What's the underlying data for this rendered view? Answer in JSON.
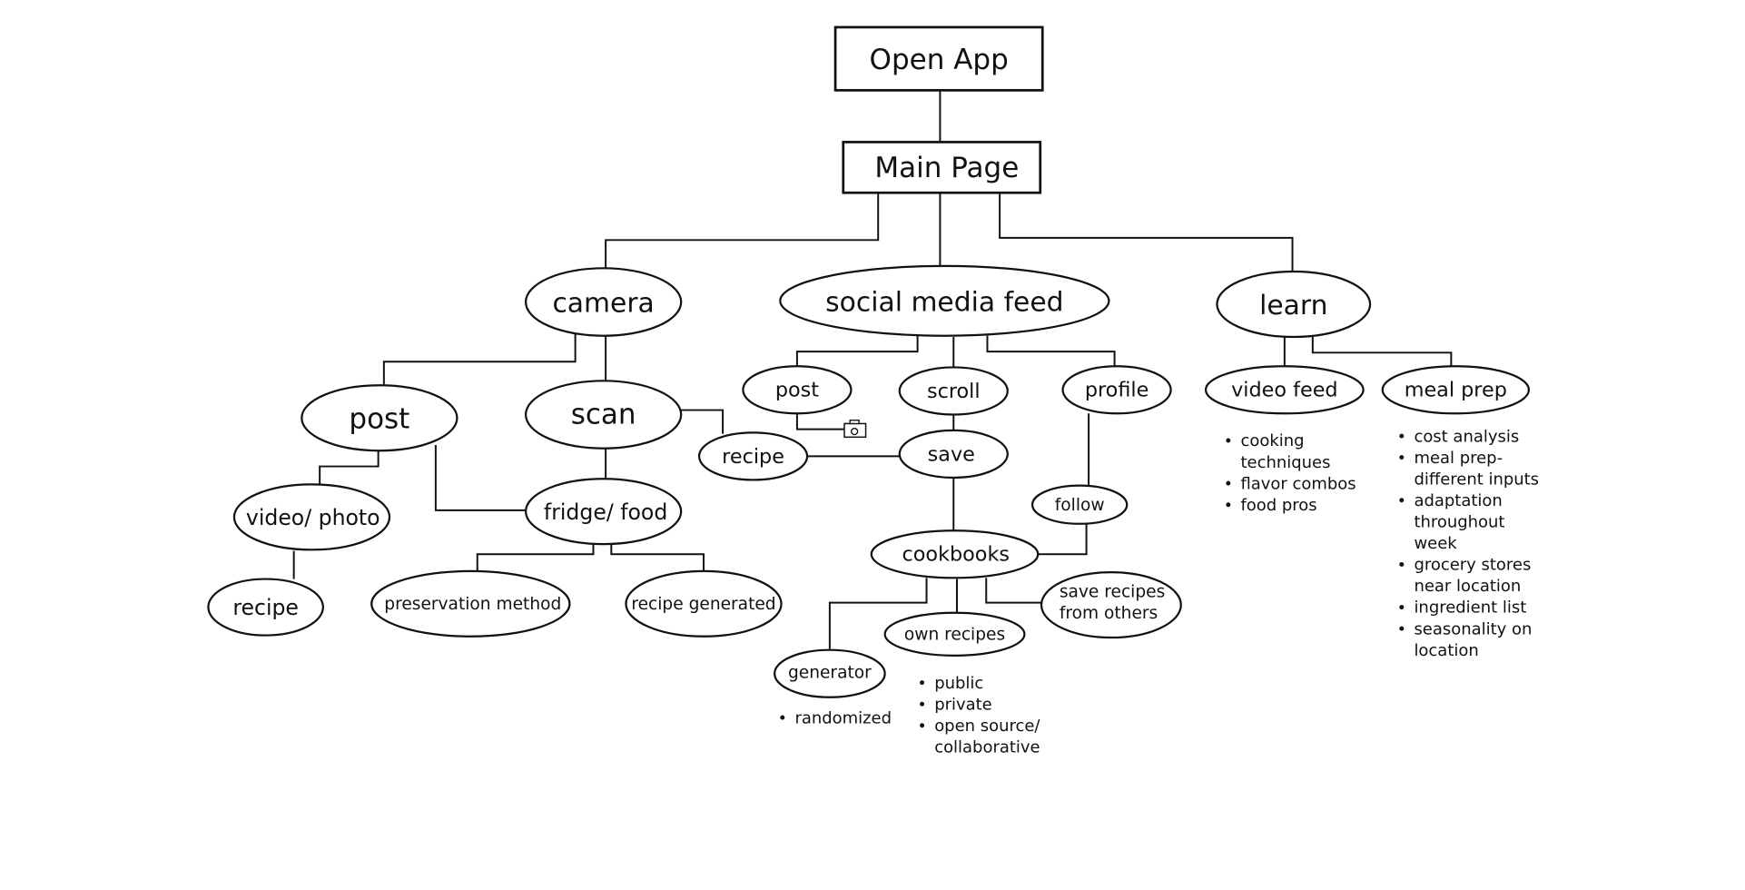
{
  "diagram": {
    "title": "App flow map",
    "nodes": {
      "open_app": "Open App",
      "main_page": "Main Page",
      "camera": "camera",
      "social_media_feed": "social media feed",
      "learn": "learn",
      "camera_post": "post",
      "scan": "scan",
      "video_photo": "video/ photo",
      "camera_recipe": "recipe",
      "fridge_food": "fridge/ food",
      "preservation_method": "preservation method",
      "recipe_generated": "recipe generated",
      "feed_post": "post",
      "scroll": "scroll",
      "profile": "profile",
      "feed_recipe": "recipe",
      "save": "save",
      "follow": "follow",
      "cookbooks": "cookbooks",
      "generator": "generator",
      "own_recipes": "own recipes",
      "save_recipes_line1": "save recipes",
      "save_recipes_line2": "from others",
      "video_feed": "video feed",
      "meal_prep": "meal prep"
    },
    "icons": {
      "feed_post_attachment": "camera-icon"
    },
    "notes": {
      "generator": [
        "randomized"
      ],
      "own_recipes": [
        [
          "public"
        ],
        [
          "private"
        ],
        [
          "open source/",
          "collaborative"
        ]
      ],
      "video_feed": [
        [
          "cooking",
          "techniques"
        ],
        [
          "flavor combos"
        ],
        [
          "food pros"
        ]
      ],
      "meal_prep": [
        [
          "cost analysis"
        ],
        [
          "meal prep-",
          "different inputs"
        ],
        [
          "adaptation",
          "throughout",
          "week"
        ],
        [
          "grocery stores",
          "near location"
        ],
        [
          "ingredient list"
        ],
        [
          "seasonality on",
          "location"
        ]
      ]
    },
    "edges": [
      [
        "Open App",
        "Main Page"
      ],
      [
        "Main Page",
        "camera"
      ],
      [
        "Main Page",
        "social media feed"
      ],
      [
        "Main Page",
        "learn"
      ],
      [
        "camera",
        "post"
      ],
      [
        "camera",
        "scan"
      ],
      [
        "post",
        "video/ photo"
      ],
      [
        "post",
        "fridge/ food"
      ],
      [
        "video/ photo",
        "recipe"
      ],
      [
        "scan",
        "fridge/ food"
      ],
      [
        "scan",
        "recipe"
      ],
      [
        "fridge/ food",
        "preservation method"
      ],
      [
        "fridge/ food",
        "recipe generated"
      ],
      [
        "social media feed",
        "post"
      ],
      [
        "social media feed",
        "scroll"
      ],
      [
        "social media feed",
        "profile"
      ],
      [
        "post",
        "camera-icon"
      ],
      [
        "scroll",
        "save"
      ],
      [
        "recipe",
        "save"
      ],
      [
        "save",
        "cookbooks"
      ],
      [
        "profile",
        "follow"
      ],
      [
        "follow",
        "cookbooks"
      ],
      [
        "cookbooks",
        "generator"
      ],
      [
        "cookbooks",
        "own recipes"
      ],
      [
        "cookbooks",
        "save recipes from others"
      ],
      [
        "learn",
        "video feed"
      ],
      [
        "learn",
        "meal prep"
      ]
    ]
  }
}
